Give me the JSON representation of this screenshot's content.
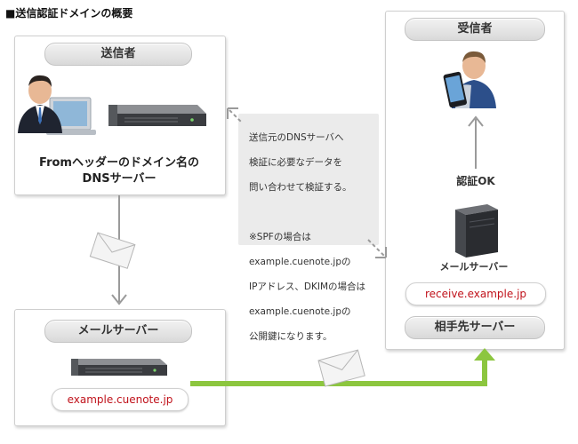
{
  "title": "■送信認証ドメインの概要",
  "sender": {
    "header": "送信者",
    "server_desc_line1": "Fromヘッダーのドメイン名の",
    "server_desc_line2": "DNSサーバー"
  },
  "mail_server": {
    "header": "メールサーバー",
    "domain": "example.cuenote.jp"
  },
  "recipient": {
    "header": "受信者",
    "auth_label": "認証OK",
    "server_label": "メールサーバー",
    "domain": "receive.example.jp",
    "footer": "相手先サーバー"
  },
  "note": {
    "lines": [
      "送信元のDNSサーバへ",
      "検証に必要なデータを",
      "問い合わせて検証する。",
      "",
      "※SPFの場合は",
      "example.cuenote.jpの",
      "IPアドレス、DKIMの場合は",
      "example.cuenote.jpの",
      "公開鍵になります。"
    ]
  },
  "colors": {
    "accent_green": "#8cc63f",
    "domain_red": "#c0121b",
    "arrow_gray": "#9a9a9a"
  }
}
